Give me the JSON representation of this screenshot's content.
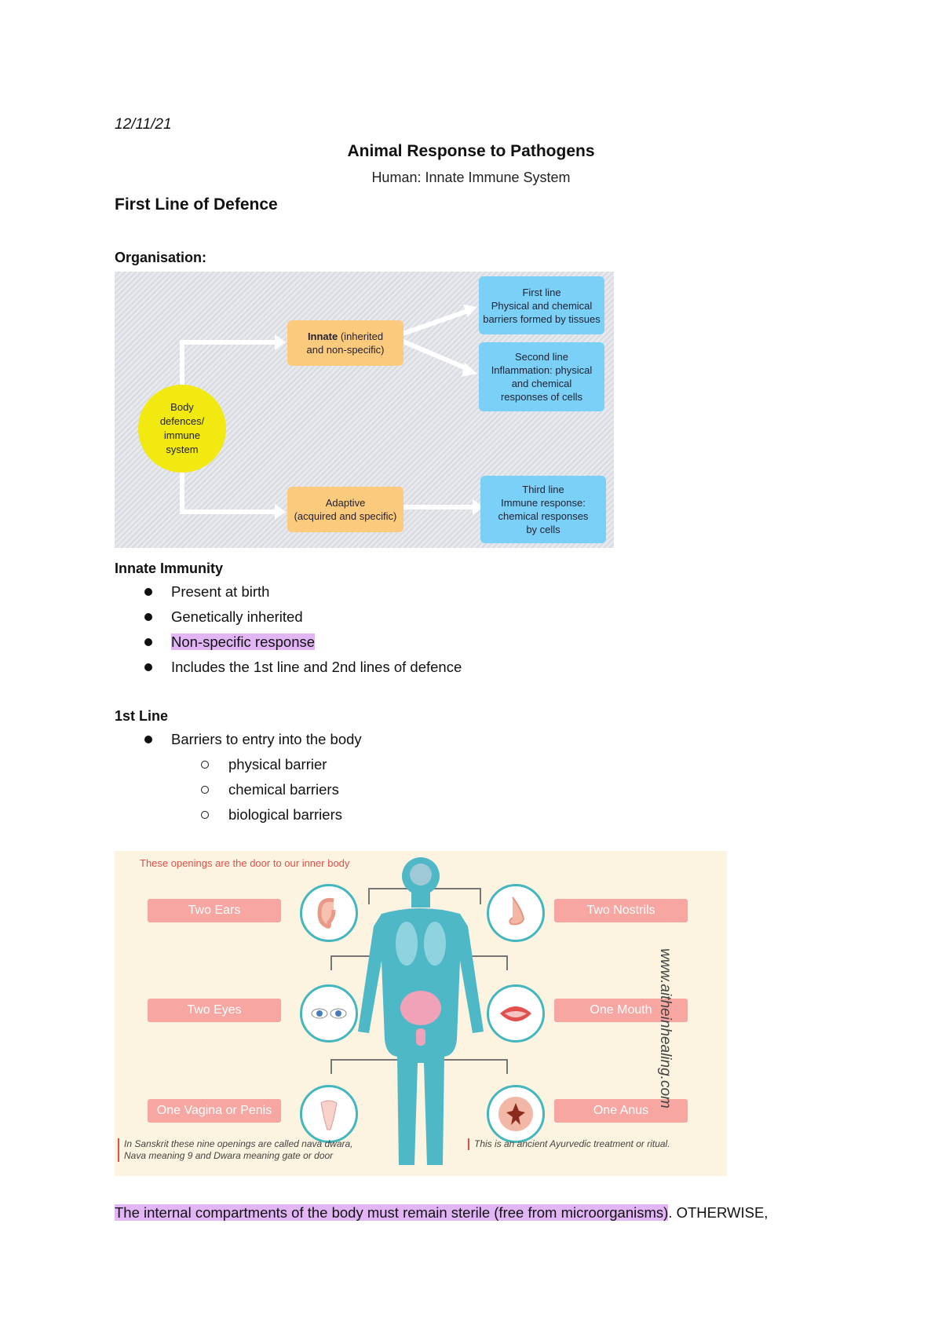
{
  "header": {
    "date": "12/11/21",
    "title": "Animal Response to Pathogens",
    "subtitle": "Human: Innate Immune System"
  },
  "section_heading": "First Line of Defence",
  "organisation_label": "Organisation:",
  "diagram": {
    "center": {
      "line1": "Body",
      "line2": "defences/",
      "line3": "immune",
      "line4": "system"
    },
    "innate": {
      "bold": "Innate",
      "rest1": " (inherited",
      "rest2": "and non-specific)"
    },
    "adaptive": {
      "line1": "Adaptive",
      "line2": "(acquired and specific)"
    },
    "first_line": {
      "title": "First line",
      "line1": "Physical and chemical",
      "line2": "barriers formed by tissues"
    },
    "second_line": {
      "title": "Second line",
      "line1": "Inflammation: physical",
      "line2": "and chemical",
      "line3": "responses of cells"
    },
    "third_line": {
      "title": "Third line",
      "line1": "Immune response:",
      "line2": "chemical responses",
      "line3": "by cells"
    },
    "colors": {
      "blue": "#7ad0f6",
      "orange": "#fbca7c",
      "yellow": "#f1e90f"
    }
  },
  "innate_immunity": {
    "heading": "Innate Immunity",
    "items": [
      "Present at birth",
      "Genetically inherited",
      "Non-specific response",
      "Includes the 1st line and 2nd lines of defence"
    ]
  },
  "first_line": {
    "heading": "1st Line",
    "item": "Barriers to entry into the body",
    "subitems": [
      "physical barrier",
      "chemical barriers",
      "biological barriers"
    ]
  },
  "openings": {
    "caption_top": "These openings are the door to our inner body",
    "labels": [
      "Two Ears",
      "Two Nostrils",
      "Two Eyes",
      "One Mouth",
      "One Vagina or Penis",
      "One Anus"
    ],
    "icons": [
      "ear-icon",
      "nose-icon",
      "eyes-icon",
      "mouth-icon",
      "reproductive-organ-icon",
      "anus-icon"
    ],
    "note_left_1": "In Sanskrit these nine openings are called nava dwara,",
    "note_left_2": "Nava meaning 9 and Dwara meaning gate or door",
    "note_right": "This is an ancient Ayurvedic treatment or ritual.",
    "url": "www.aitheinhealing.com"
  },
  "closing": {
    "highlighted": "The internal compartments of the body must remain sterile (free from microorganisms)",
    "rest": ". OTHERWISE,"
  },
  "highlight_color": "#e2b6f5"
}
